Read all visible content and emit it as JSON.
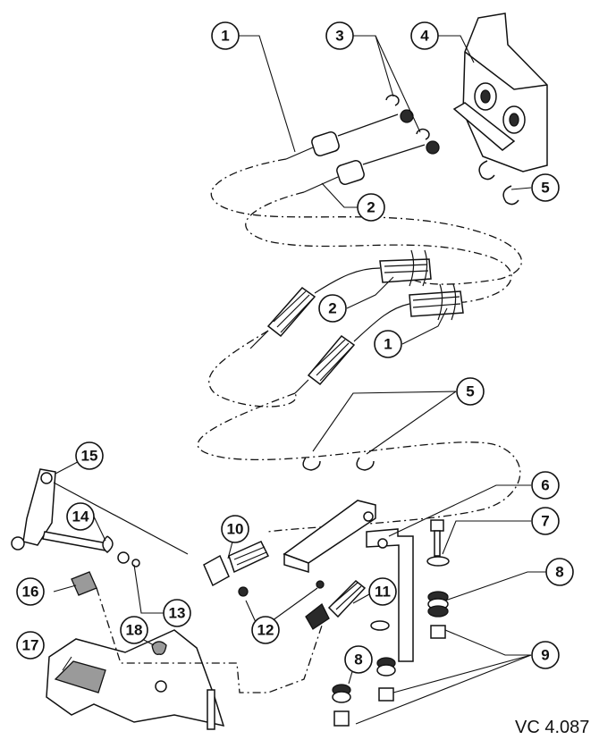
{
  "diagram": {
    "reference": "VC 4.087",
    "callouts": {
      "c1a": "1",
      "c1b": "1",
      "c2a": "2",
      "c2b": "2",
      "c3": "3",
      "c4": "4",
      "c5a": "5",
      "c5b": "5",
      "c6": "6",
      "c7": "7",
      "c8a": "8",
      "c8b": "8",
      "c9": "9",
      "c10": "10",
      "c11": "11",
      "c12": "12",
      "c13": "13",
      "c14": "14",
      "c15": "15",
      "c16": "16",
      "c17": "17",
      "c18": "18"
    },
    "colors": {
      "ink": "#111111",
      "paper": "#ffffff",
      "shade": "#9a9a9a"
    }
  }
}
